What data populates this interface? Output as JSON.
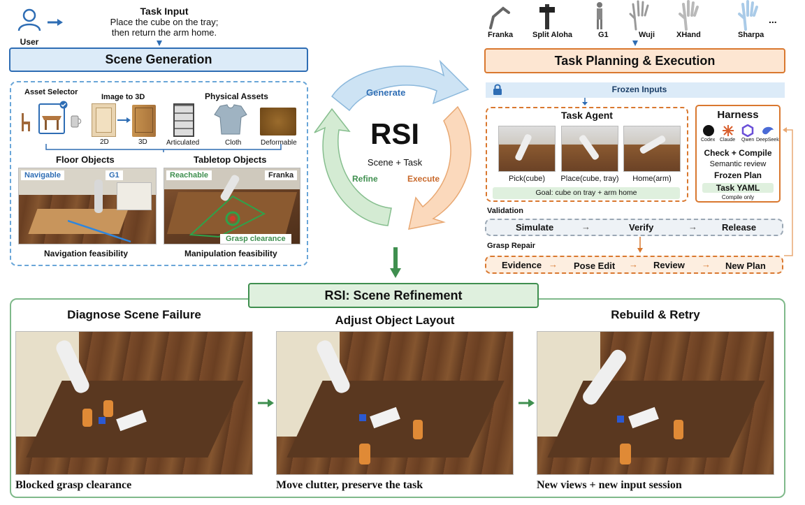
{
  "user": {
    "label": "User"
  },
  "task_input": {
    "title": "Task Input",
    "line1": "Place the cube on the tray;",
    "line2": "then return the arm home."
  },
  "scene_generation": {
    "title": "Scene Generation",
    "asset_selector": "Asset Selector",
    "image_to_3d": "Image to 3D",
    "label_2d": "2D",
    "label_3d": "3D",
    "physical_assets": "Physical Assets",
    "articulated": "Articulated",
    "cloth": "Cloth",
    "deformable": "Deformable",
    "floor_objects": "Floor Objects",
    "tabletop_objects": "Tabletop Objects",
    "navigable": "Navigable",
    "g1": "G1",
    "reachable": "Reachable",
    "franka": "Franka",
    "grasp_clearance": "Grasp clearance",
    "navigation_feasibility": "Navigation feasibility",
    "manipulation_feasibility": "Manipulation feasibility"
  },
  "cycle": {
    "center": "RSI",
    "sub": "Scene + Task",
    "generate": "Generate",
    "refine": "Refine",
    "execute": "Execute"
  },
  "robots": [
    "Franka",
    "Split Aloha",
    "G1",
    "Wuji",
    "XHand",
    "Sharpa",
    "..."
  ],
  "task_planning": {
    "title": "Task Planning & Execution",
    "frozen_inputs": "Frozen Inputs",
    "task_agent": "Task Agent",
    "steps": [
      "Pick(cube)",
      "Place(cube, tray)",
      "Home(arm)"
    ],
    "goal": "Goal: cube on tray + arm home",
    "harness": {
      "title": "Harness",
      "models": [
        "Codex",
        "Claude",
        "Qwen",
        "DeepSeek"
      ],
      "check": "Check + Compile",
      "semantic": "Semantic review",
      "frozen_plan": "Frozen Plan",
      "yaml": "Task YAML",
      "compile_only": "Compile only"
    },
    "validation": {
      "label": "Validation",
      "steps": [
        "Simulate",
        "Verify",
        "Release"
      ]
    },
    "grasp_repair": {
      "label": "Grasp Repair",
      "steps": [
        "Evidence",
        "Pose Edit",
        "Review",
        "New Plan"
      ]
    }
  },
  "refinement": {
    "title": "RSI: Scene Refinement",
    "panels": [
      {
        "heading": "Diagnose Scene Failure",
        "caption": "Blocked grasp clearance"
      },
      {
        "heading": "Adjust Object Layout",
        "caption": "Move clutter, preserve the task"
      },
      {
        "heading": "Rebuild & Retry",
        "caption": "New views + new input session"
      }
    ]
  },
  "colors": {
    "blue": "#2e6db4",
    "orange": "#d9782f",
    "green": "#3f8f4f",
    "light_blue": "#dcebf8",
    "light_orange": "#fde6d2",
    "light_green": "#dff0de"
  }
}
